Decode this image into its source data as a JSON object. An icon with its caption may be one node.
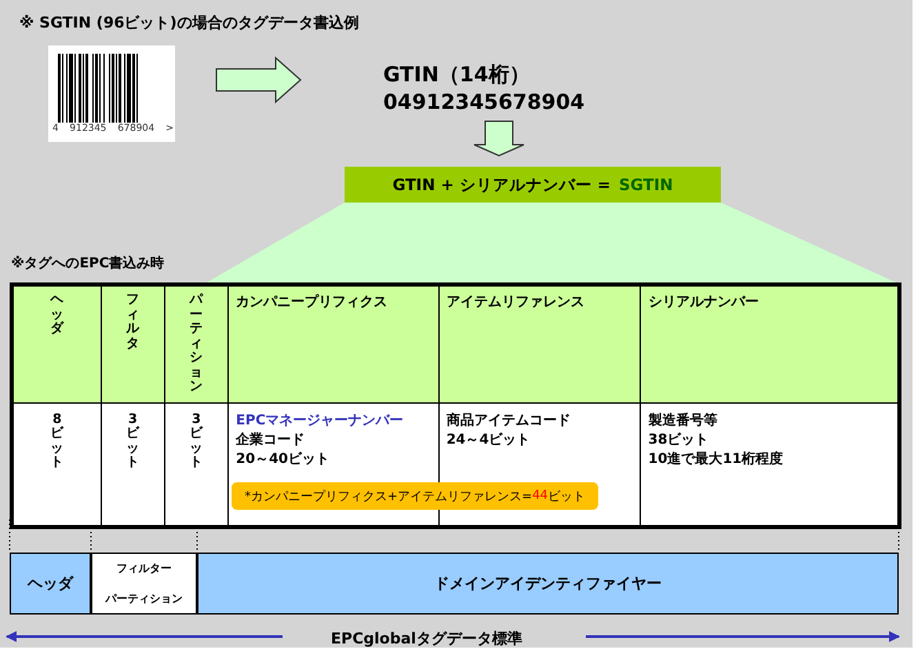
{
  "diagram": {
    "title": "※ SGTIN (96ビット)の場合のタグデータ書込例",
    "nodes": [
      {
        "text": [
          "4",
          "912345",
          "678904",
          ">"
        ]
      },
      {
        "text": [
          "GTIN（14桁）",
          "04912345678904"
        ]
      },
      {
        "text": [
          "GTIN + シリアルナンバー =",
          "SGTIN"
        ]
      },
      {
        "text": [
          "*カンパニープリフィクス+アイテムリファレンス=",
          "44",
          "ビット"
        ]
      },
      {
        "text": [
          "ヘッダ"
        ]
      },
      {
        "text": [
          "フィルター",
          "パーティション"
        ]
      },
      {
        "text": [
          "ドメインアイデンティファイヤー"
        ]
      },
      {
        "text": [],
        "shape": "trapezoid"
      }
    ],
    "edges": [
      {
        "from": 0,
        "to": 1,
        "arrow": "to"
      },
      {
        "from": 1,
        "to": 2,
        "arrow": "to"
      }
    ],
    "labels": [
      "※タグへのEPC書込み時",
      "ヘッダ",
      "フィルタ",
      "パーティション",
      "カンパニープリフィクス",
      "アイテムリファレンス",
      "シリアルナンバー",
      "8ビット",
      "3ビット",
      "3ビット",
      "EPCマネージャーナンバー",
      "企業コード",
      "20～40ビット",
      "商品アイテムコード",
      "24～4ビット",
      "製造番号等",
      "38ビット",
      "10進で最大11桁程度",
      "EPCglobalタグデータ標準"
    ]
  }
}
